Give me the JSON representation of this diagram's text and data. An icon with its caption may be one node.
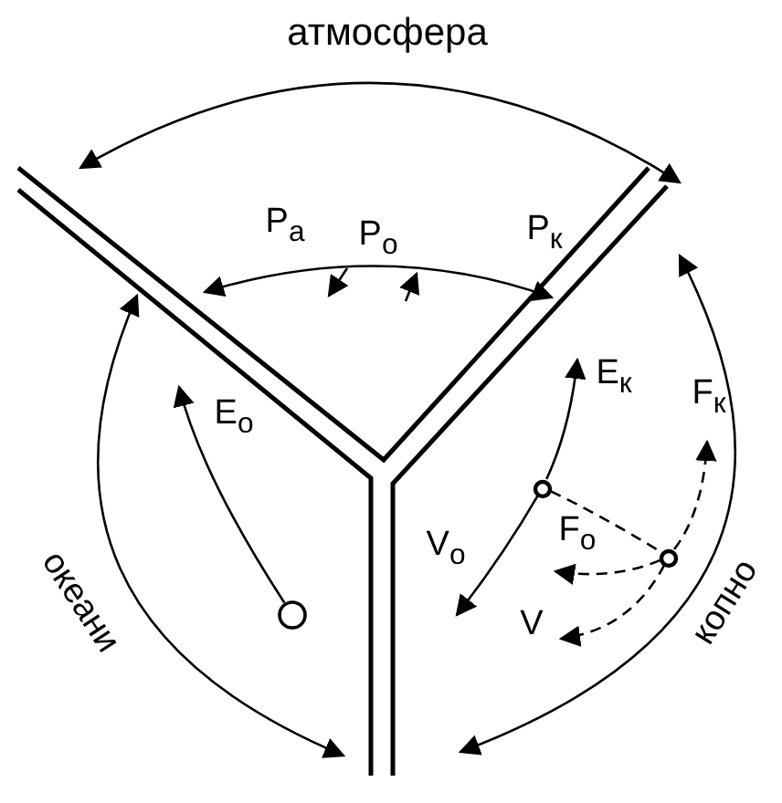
{
  "diagram": {
    "nodes": [
      {
        "text": [],
        "shape": "circle"
      },
      {
        "text": [],
        "shape": "circle"
      },
      {
        "text": [],
        "shape": "circle"
      }
    ],
    "edges": [
      {
        "from": 0,
        "to": null,
        "arrow": "to",
        "label": "E$_{o}$"
      },
      {
        "from": 1,
        "to": null,
        "arrow": "to",
        "label": "E$_{к}$"
      },
      {
        "from": 1,
        "to": null,
        "arrow": "to",
        "label": "V$_{o}$"
      },
      {
        "from": 1,
        "to": 2,
        "arrow": "none",
        "style": "dashed"
      },
      {
        "from": 2,
        "to": null,
        "arrow": "to",
        "style": "dashed",
        "label": "F$_{к}$"
      },
      {
        "from": 2,
        "to": null,
        "arrow": "to",
        "style": "dashed",
        "label": "F$_{o}$"
      },
      {
        "from": 2,
        "to": null,
        "arrow": "to",
        "style": "dashed",
        "label": "V"
      }
    ],
    "labels": [
      "атмосфера",
      "P$_{а}$",
      "P$_{к}$",
      "P$_{o}$",
      "океани",
      "копно"
    ]
  }
}
